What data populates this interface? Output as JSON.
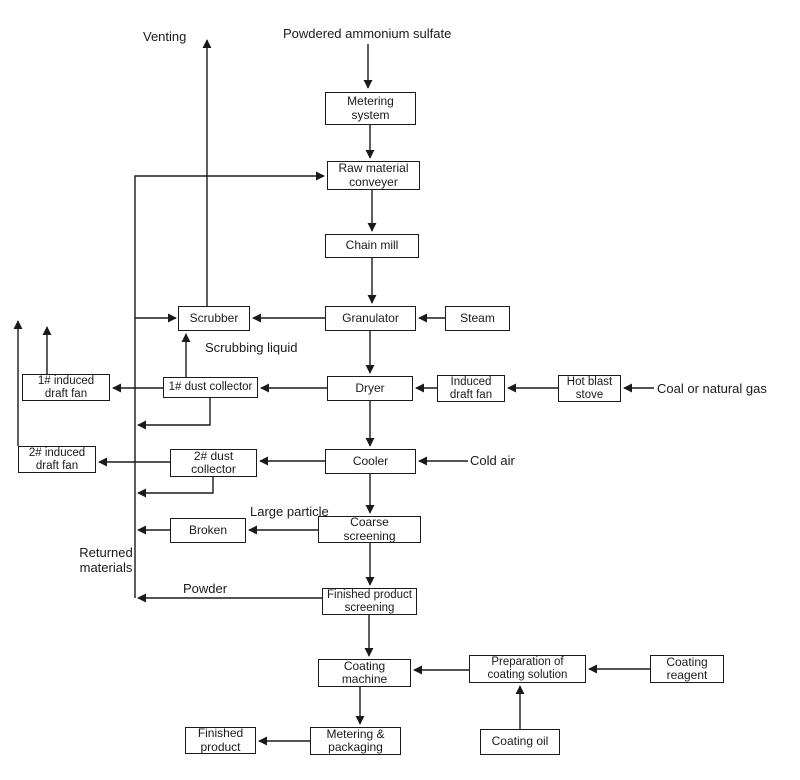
{
  "colors": {
    "line": "#1a1a1a",
    "background": "#ffffff"
  },
  "boxes": {
    "metering_system": {
      "label": "Metering system"
    },
    "raw_material_conveyer": {
      "label": "Raw material conveyer"
    },
    "chain_mill": {
      "label": "Chain mill"
    },
    "scrubber": {
      "label": "Scrubber"
    },
    "granulator": {
      "label": "Granulator"
    },
    "steam": {
      "label": "Steam"
    },
    "induced_draft_fan_1": {
      "label": "1# induced draft fan"
    },
    "dust_collector_1": {
      "label": "1# dust collector"
    },
    "dryer": {
      "label": "Dryer"
    },
    "induced_draft_fan_dryer": {
      "label": "Induced draft fan"
    },
    "hot_blast_stove": {
      "label": "Hot blast stove"
    },
    "induced_draft_fan_2": {
      "label": "2# induced draft fan"
    },
    "dust_collector_2": {
      "label": "2# dust collector"
    },
    "cooler": {
      "label": "Cooler"
    },
    "broken": {
      "label": "Broken"
    },
    "coarse_screening": {
      "label": "Coarse screening"
    },
    "finished_product_screening": {
      "label": "Finished product screening"
    },
    "coating_machine": {
      "label": "Coating machine"
    },
    "preparation_coating_solution": {
      "label": "Preparation of coating solution"
    },
    "coating_reagent": {
      "label": "Coating reagent"
    },
    "coating_oil": {
      "label": "Coating oil"
    },
    "metering_packaging": {
      "label": "Metering & packaging"
    },
    "finished_product": {
      "label": "Finished product"
    }
  },
  "labels": {
    "venting": "Venting",
    "powdered_ammonium_sulfate": "Powdered ammonium sulfate",
    "scrubbing_liquid": "Scrubbing liquid",
    "coal_or_natural_gas": "Coal or natural gas",
    "cold_air": "Cold air",
    "large_particle": "Large particle",
    "returned_materials": "Returned materials",
    "powder": "Powder"
  },
  "connections": [
    {
      "from": "powdered_ammonium_sulfate",
      "to": "metering_system"
    },
    {
      "from": "metering_system",
      "to": "raw_material_conveyer"
    },
    {
      "from": "raw_material_conveyer",
      "to": "chain_mill"
    },
    {
      "from": "chain_mill",
      "to": "granulator"
    },
    {
      "from": "steam",
      "to": "granulator"
    },
    {
      "from": "granulator",
      "to": "scrubber"
    },
    {
      "from": "granulator",
      "to": "dryer"
    },
    {
      "from": "scrubber",
      "to": "venting"
    },
    {
      "from": "dust_collector_1",
      "to": "scrubber",
      "label": "Scrubbing liquid"
    },
    {
      "from": "dryer",
      "to": "dust_collector_1"
    },
    {
      "from": "dust_collector_1",
      "to": "induced_draft_fan_1"
    },
    {
      "from": "induced_draft_fan_1",
      "to": "vent"
    },
    {
      "from": "induced_draft_fan_dryer",
      "to": "dryer"
    },
    {
      "from": "hot_blast_stove",
      "to": "induced_draft_fan_dryer"
    },
    {
      "from": "coal_or_natural_gas",
      "to": "hot_blast_stove"
    },
    {
      "from": "dryer",
      "to": "cooler"
    },
    {
      "from": "cold_air",
      "to": "cooler"
    },
    {
      "from": "cooler",
      "to": "dust_collector_2"
    },
    {
      "from": "dust_collector_2",
      "to": "induced_draft_fan_2"
    },
    {
      "from": "induced_draft_fan_2",
      "to": "vent"
    },
    {
      "from": "cooler",
      "to": "coarse_screening"
    },
    {
      "from": "coarse_screening",
      "to": "broken",
      "label": "Large particle"
    },
    {
      "from": "broken",
      "to": "returned_materials_line"
    },
    {
      "from": "dust_collector_1",
      "to": "returned_materials_line"
    },
    {
      "from": "dust_collector_2",
      "to": "returned_materials_line"
    },
    {
      "from": "coarse_screening",
      "to": "finished_product_screening"
    },
    {
      "from": "finished_product_screening",
      "to": "returned_materials_line",
      "label": "Powder"
    },
    {
      "from": "returned_materials_line",
      "to": "raw_material_conveyer",
      "label": "Returned materials"
    },
    {
      "from": "finished_product_screening",
      "to": "coating_machine"
    },
    {
      "from": "preparation_coating_solution",
      "to": "coating_machine"
    },
    {
      "from": "coating_reagent",
      "to": "preparation_coating_solution"
    },
    {
      "from": "coating_oil",
      "to": "preparation_coating_solution"
    },
    {
      "from": "coating_machine",
      "to": "metering_packaging"
    },
    {
      "from": "metering_packaging",
      "to": "finished_product"
    }
  ]
}
